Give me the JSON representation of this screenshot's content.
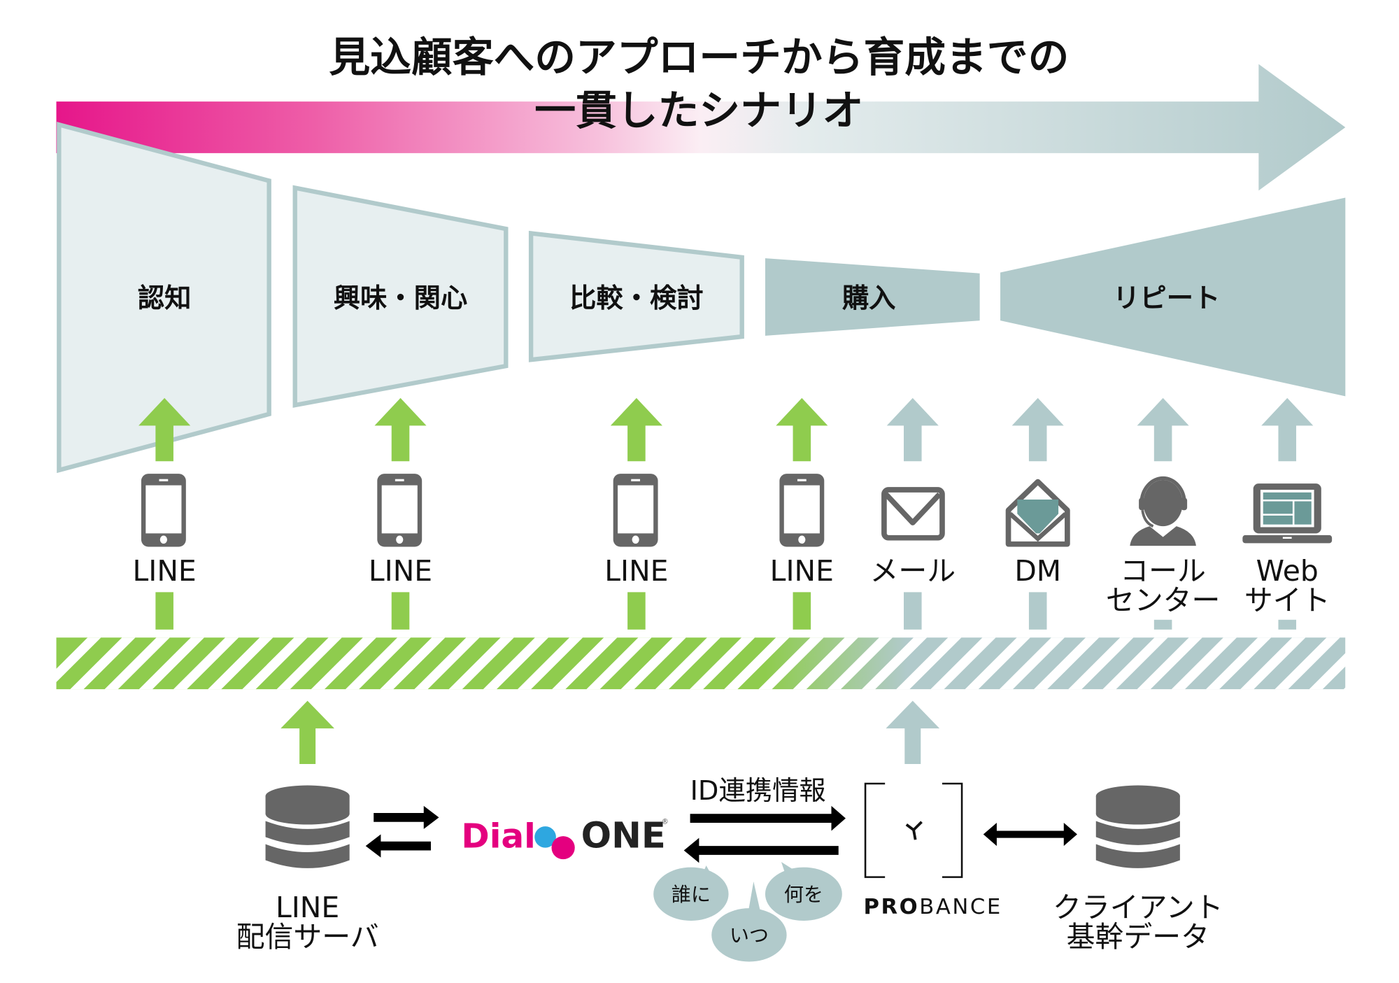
{
  "title": {
    "line1": "見込顧客へのアプローチから育成までの",
    "line2": "一貫したシナリオ"
  },
  "colors": {
    "magenta": "#e6168a",
    "grey_teal": "#b1cacb",
    "light_box": "#e7eff0",
    "green": "#8fcc4e",
    "icon_grey": "#666666",
    "icon_teal": "#6b9a98",
    "dialog_pink": "#e4007f",
    "dialog_blue": "#2ea7e0"
  },
  "stages": [
    {
      "label": "認知"
    },
    {
      "label": "興味・関心"
    },
    {
      "label": "比較・検討"
    },
    {
      "label": "購入"
    },
    {
      "label": "リピート"
    }
  ],
  "channels": [
    {
      "label_line1": "LINE",
      "label_line2": "",
      "icon": "smartphone-icon",
      "source": "line"
    },
    {
      "label_line1": "LINE",
      "label_line2": "",
      "icon": "smartphone-icon",
      "source": "line"
    },
    {
      "label_line1": "LINE",
      "label_line2": "",
      "icon": "smartphone-icon",
      "source": "line"
    },
    {
      "label_line1": "LINE",
      "label_line2": "",
      "icon": "smartphone-icon",
      "source": "line"
    },
    {
      "label_line1": "メール",
      "label_line2": "",
      "icon": "mail-icon",
      "source": "probance"
    },
    {
      "label_line1": "DM",
      "label_line2": "",
      "icon": "open-envelope-icon",
      "source": "probance"
    },
    {
      "label_line1": "コール",
      "label_line2": "センター",
      "icon": "headset-operator-icon",
      "source": "probance"
    },
    {
      "label_line1": "Web",
      "label_line2": "サイト",
      "icon": "laptop-icon",
      "source": "probance"
    }
  ],
  "bottom": {
    "line_server": {
      "line1": "LINE",
      "line2": "配信サーバ"
    },
    "dialog_one": {
      "part1": "Dial",
      "part2": "ONE",
      "registered": "®"
    },
    "id_link_label": "ID連携情報",
    "bubbles": [
      "誰に",
      "いつ",
      "何を"
    ],
    "probance": {
      "bold": "PRO",
      "light": "BANCE"
    },
    "client_data": {
      "line1": "クライアント",
      "line2": "基幹データ"
    }
  }
}
